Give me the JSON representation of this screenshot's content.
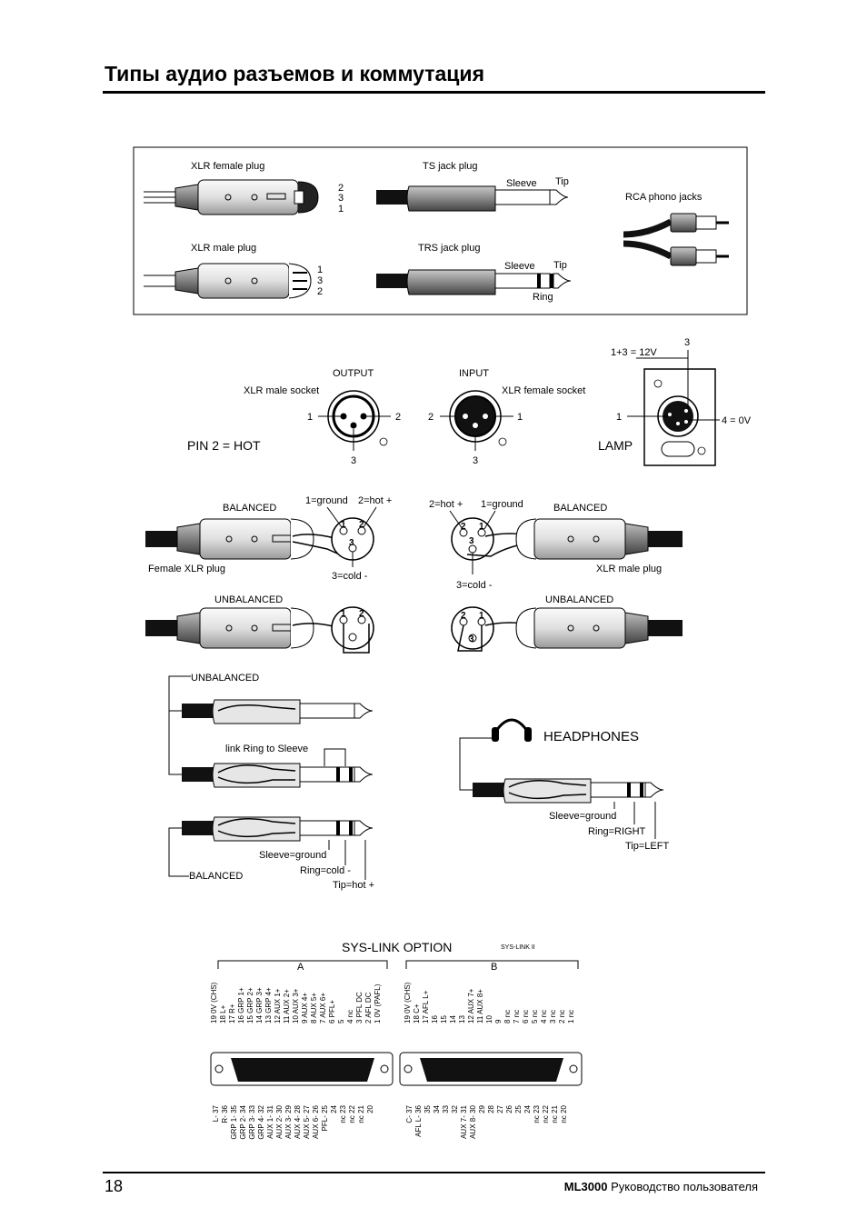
{
  "page_title": "Типы аудио разъемов и коммутация",
  "footer": {
    "page_number": "18",
    "product": "ML3000",
    "manual": "Руководство пользователя"
  },
  "plugs": {
    "xlr_female": {
      "label": "XLR female plug",
      "pins": [
        "2",
        "3",
        "1"
      ]
    },
    "xlr_male": {
      "label": "XLR male plug",
      "pins": [
        "1",
        "3",
        "2"
      ]
    },
    "ts_jack": {
      "label": "TS jack plug",
      "sleeve": "Sleeve",
      "tip": "Tip"
    },
    "trs_jack": {
      "label": "TRS jack plug",
      "sleeve": "Sleeve",
      "tip": "Tip",
      "ring": "Ring"
    },
    "rca": {
      "label": "RCA phono jacks"
    }
  },
  "sockets": {
    "output": {
      "heading": "OUTPUT",
      "label": "XLR male socket",
      "pin_left": "1",
      "pin_right": "2",
      "pin_bottom": "3"
    },
    "input": {
      "heading": "INPUT",
      "label": "XLR female socket",
      "pin_left": "2",
      "pin_right": "1",
      "pin_bottom": "3"
    },
    "pin2_hot": "PIN 2 = HOT",
    "lamp": {
      "label": "LAMP",
      "voltage": "1+3 = 12V",
      "pin_top": "3",
      "pin_left": "1",
      "pin_right": "4 = 0V"
    }
  },
  "wiring": {
    "female_balanced": "BALANCED",
    "female_unbalanced": "UNBALANCED",
    "female_plug": "Female XLR plug",
    "male_balanced": "BALANCED",
    "male_unbalanced": "UNBALANCED",
    "male_plug": "XLR male plug",
    "ground": "1=ground",
    "hot_a": "2=hot +",
    "hot_b": "2=hot +",
    "ground_b": "1=ground",
    "cold_a": "3=cold -",
    "cold_b": "3=cold -",
    "pin1": "1",
    "pin2": "2",
    "pin3": "3"
  },
  "jacks": {
    "unbalanced": "UNBALANCED",
    "link": "link Ring to Sleeve",
    "balanced": "BALANCED",
    "sleeve_ground": "Sleeve=ground",
    "ring_cold": "Ring=cold -",
    "tip_hot": "Tip=hot +",
    "headphones": "HEADPHONES",
    "hp_sleeve": "Sleeve=ground",
    "hp_ring": "Ring=RIGHT",
    "hp_tip": "Tip=LEFT"
  },
  "syslink": {
    "title": "SYS-LINK OPTION",
    "subtitle": "SYS-LINK II",
    "a": "A",
    "b": "B",
    "a_top": [
      "19 0V (CHS)",
      "18 L+",
      "17 R+",
      "16 GRP 1+",
      "15 GRP 2+",
      "14 GRP 3+",
      "13 GRP 4+",
      "12 AUX 1+",
      "11 AUX 2+",
      "10 AUX 3+",
      "9 AUX 4+",
      "8 AUX 5+",
      "7 AUX 6+",
      "6 PFL+",
      "5",
      "4 nc",
      "3 PFL DC",
      "2 AFL DC",
      "1 0V (PAFL)"
    ],
    "a_bottom": [
      "L- 37",
      "R- 36",
      "GRP 1- 35",
      "GRP 2- 34",
      "GRP 3- 33",
      "GRP 4- 32",
      "AUX 1- 31",
      "AUX 2- 30",
      "AUX 3- 29",
      "AUX 4- 28",
      "AUX 5- 27",
      "AUX 6- 26",
      "PFL- 25",
      "24",
      "nc 23",
      "nc 22",
      "nc 21",
      "20"
    ],
    "b_top": [
      "19 0V (CHS)",
      "18 C+",
      "17 AFL L+",
      "16",
      "15",
      "14",
      "13",
      "12 AUX 7+",
      "11 AUX 8+",
      "10",
      "9",
      "8 nc",
      "7 nc",
      "6 nc",
      "5 nc",
      "4 nc",
      "3 nc",
      "2 nc",
      "1 nc"
    ],
    "b_bottom": [
      "C- 37",
      "AFL L- 36",
      "35",
      "34",
      "33",
      "32",
      "AUX 7- 31",
      "AUX 8- 30",
      "29",
      "28",
      "27",
      "26",
      "25",
      "24",
      "nc 23",
      "nc 22",
      "nc 21",
      "nc 20"
    ]
  }
}
